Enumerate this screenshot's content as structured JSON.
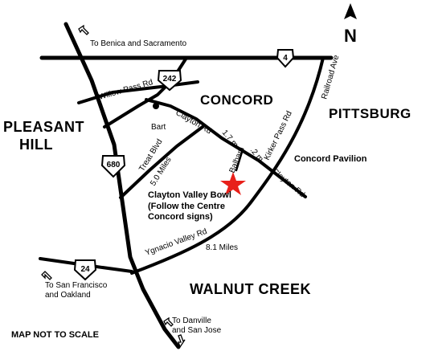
{
  "compass": {
    "label": "N"
  },
  "destinations": {
    "benica_sacramento": "To Benica and Sacramento",
    "sf_oakland_1": "To San Francisco",
    "sf_oakland_2": "and Oakland",
    "danville_1": "To Danville",
    "danville_2": "and San Jose"
  },
  "cities": {
    "concord": "CONCORD",
    "pittsburg": "PITTSBURG",
    "pleasant_1": "PLEASANT",
    "pleasant_2": "HILL",
    "walnut_creek": "WALNUT CREEK"
  },
  "highways": {
    "hwy4": "4",
    "hwy242": "242",
    "hwy680": "680",
    "hwy24": "24"
  },
  "roads": {
    "willow_pass": "Willow Pass Rd",
    "clayton_upper": "Clayton Rd",
    "clayton_lower": "Clayton Rd",
    "treat": "Treat Blvd",
    "kirker": "Kirker Pass Rd",
    "railroad": "Railroad Ave",
    "balham": "Balham",
    "ygnacio": "Ygnacio Valley Rd"
  },
  "distances": {
    "d17": "1.7 m",
    "d02": ".2 m",
    "d50": "5.0 Miles",
    "d81": "8.1 Miles"
  },
  "places": {
    "bart": "Bart",
    "pavilion": "Concord Pavilion",
    "bowl_1": "Clayton Valley Bowl",
    "bowl_2": "(Follow the Centre",
    "bowl_3": "Concord signs)"
  },
  "notice": "MAP NOT TO SCALE",
  "colors": {
    "marker": "#e8201a",
    "ink": "#000000"
  },
  "icons": {
    "destination": "outline-arrow-icon",
    "compass": "north-arrow-icon",
    "marker": "star-icon"
  }
}
